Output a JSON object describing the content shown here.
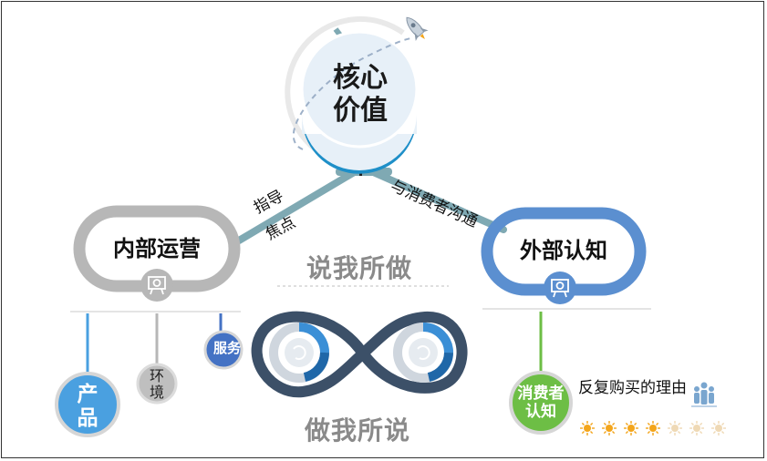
{
  "core": {
    "line1": "核心",
    "line2": "价值"
  },
  "connectors": {
    "left_upper": "指导",
    "left_lower": "焦点",
    "right": "与消费者沟通"
  },
  "internal": {
    "title": "内部运营",
    "branches": {
      "product": "产品",
      "environment": "环境",
      "service": "服务"
    }
  },
  "external": {
    "title": "外部认知",
    "consumer": "消费者认知",
    "reason": "反复购买的理由",
    "rating": {
      "filled": 4,
      "total": 7
    }
  },
  "loop": {
    "top": "说我所做",
    "bottom": "做我所说"
  },
  "colors": {
    "teal": "#7fa9b3",
    "gray": "#b7b7b7",
    "blue": "#5b8fd0",
    "product_blue": "#4aa0e0",
    "service_blue": "#4472c4",
    "green": "#6dbe45",
    "navy": "#3c5068",
    "loop_blue": "#3b8fd6",
    "star": "#f3a51b"
  }
}
